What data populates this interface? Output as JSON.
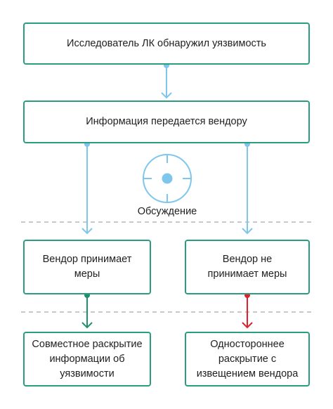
{
  "steps": {
    "discovery": "Исследователь ЛК обнаружил уязвимость",
    "notify_vendor": "Информация передается вендору",
    "discussion": "Обсуждение",
    "vendor_acts": "Вендор принимает меры",
    "vendor_no_action": "Вендор не принимает меры",
    "joint_disclosure": "Совместное раскрытие информации об уязвимости",
    "unilateral_disclosure": "Одностороннее раскрытие с извещением вендора"
  },
  "colors": {
    "box_border": "#2a9d80",
    "connector": "#7fc6ec",
    "positive": "#1f8f6e",
    "negative": "#e0202a",
    "divider": "#a9a9a9"
  }
}
